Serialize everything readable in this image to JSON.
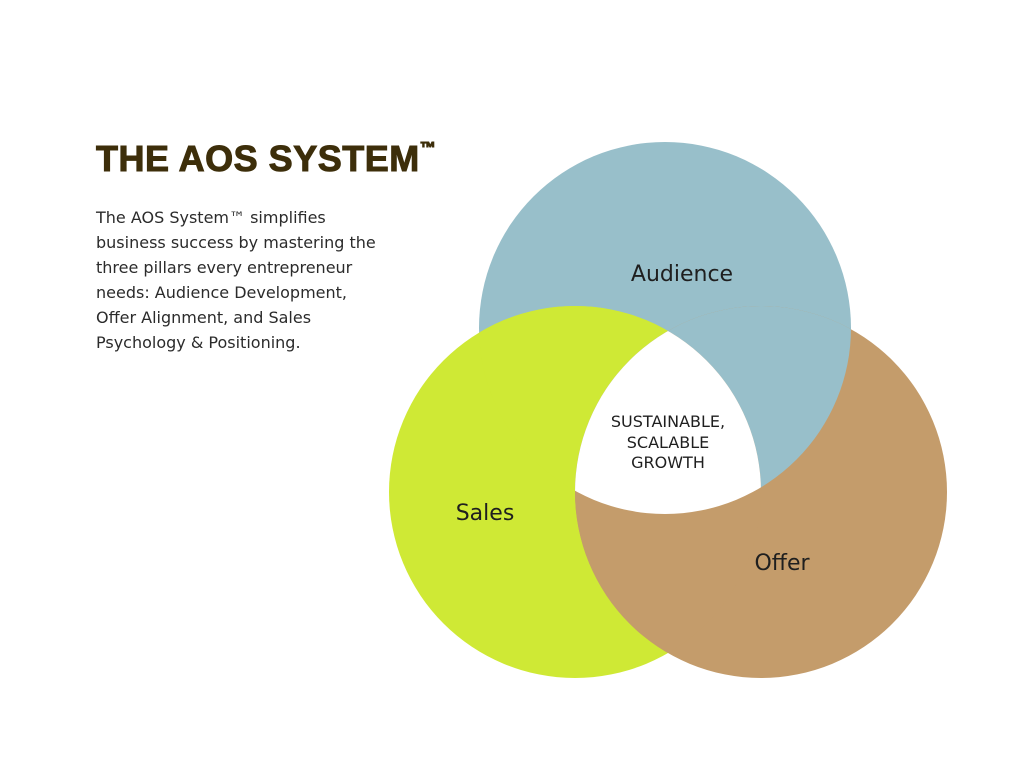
{
  "title": {
    "text": "THE AOS SYSTEM",
    "mark": "™"
  },
  "description": {
    "lines": [
      "The AOS System™ simplifies",
      "business success by mastering the",
      "three pillars every entrepreneur",
      "needs: Audience Development,",
      "Offer Alignment, and Sales",
      "Psychology & Positioning."
    ]
  },
  "diagram": {
    "audience": {
      "label": "Audience",
      "color": "#98bfca"
    },
    "sales": {
      "label": "Sales",
      "color": "#cfe935"
    },
    "offer": {
      "label": "Offer",
      "color": "#c49c6b"
    },
    "center": {
      "lines": [
        "SUSTAINABLE,",
        "SCALABLE",
        "GROWTH"
      ],
      "color": "#ffffff"
    }
  }
}
